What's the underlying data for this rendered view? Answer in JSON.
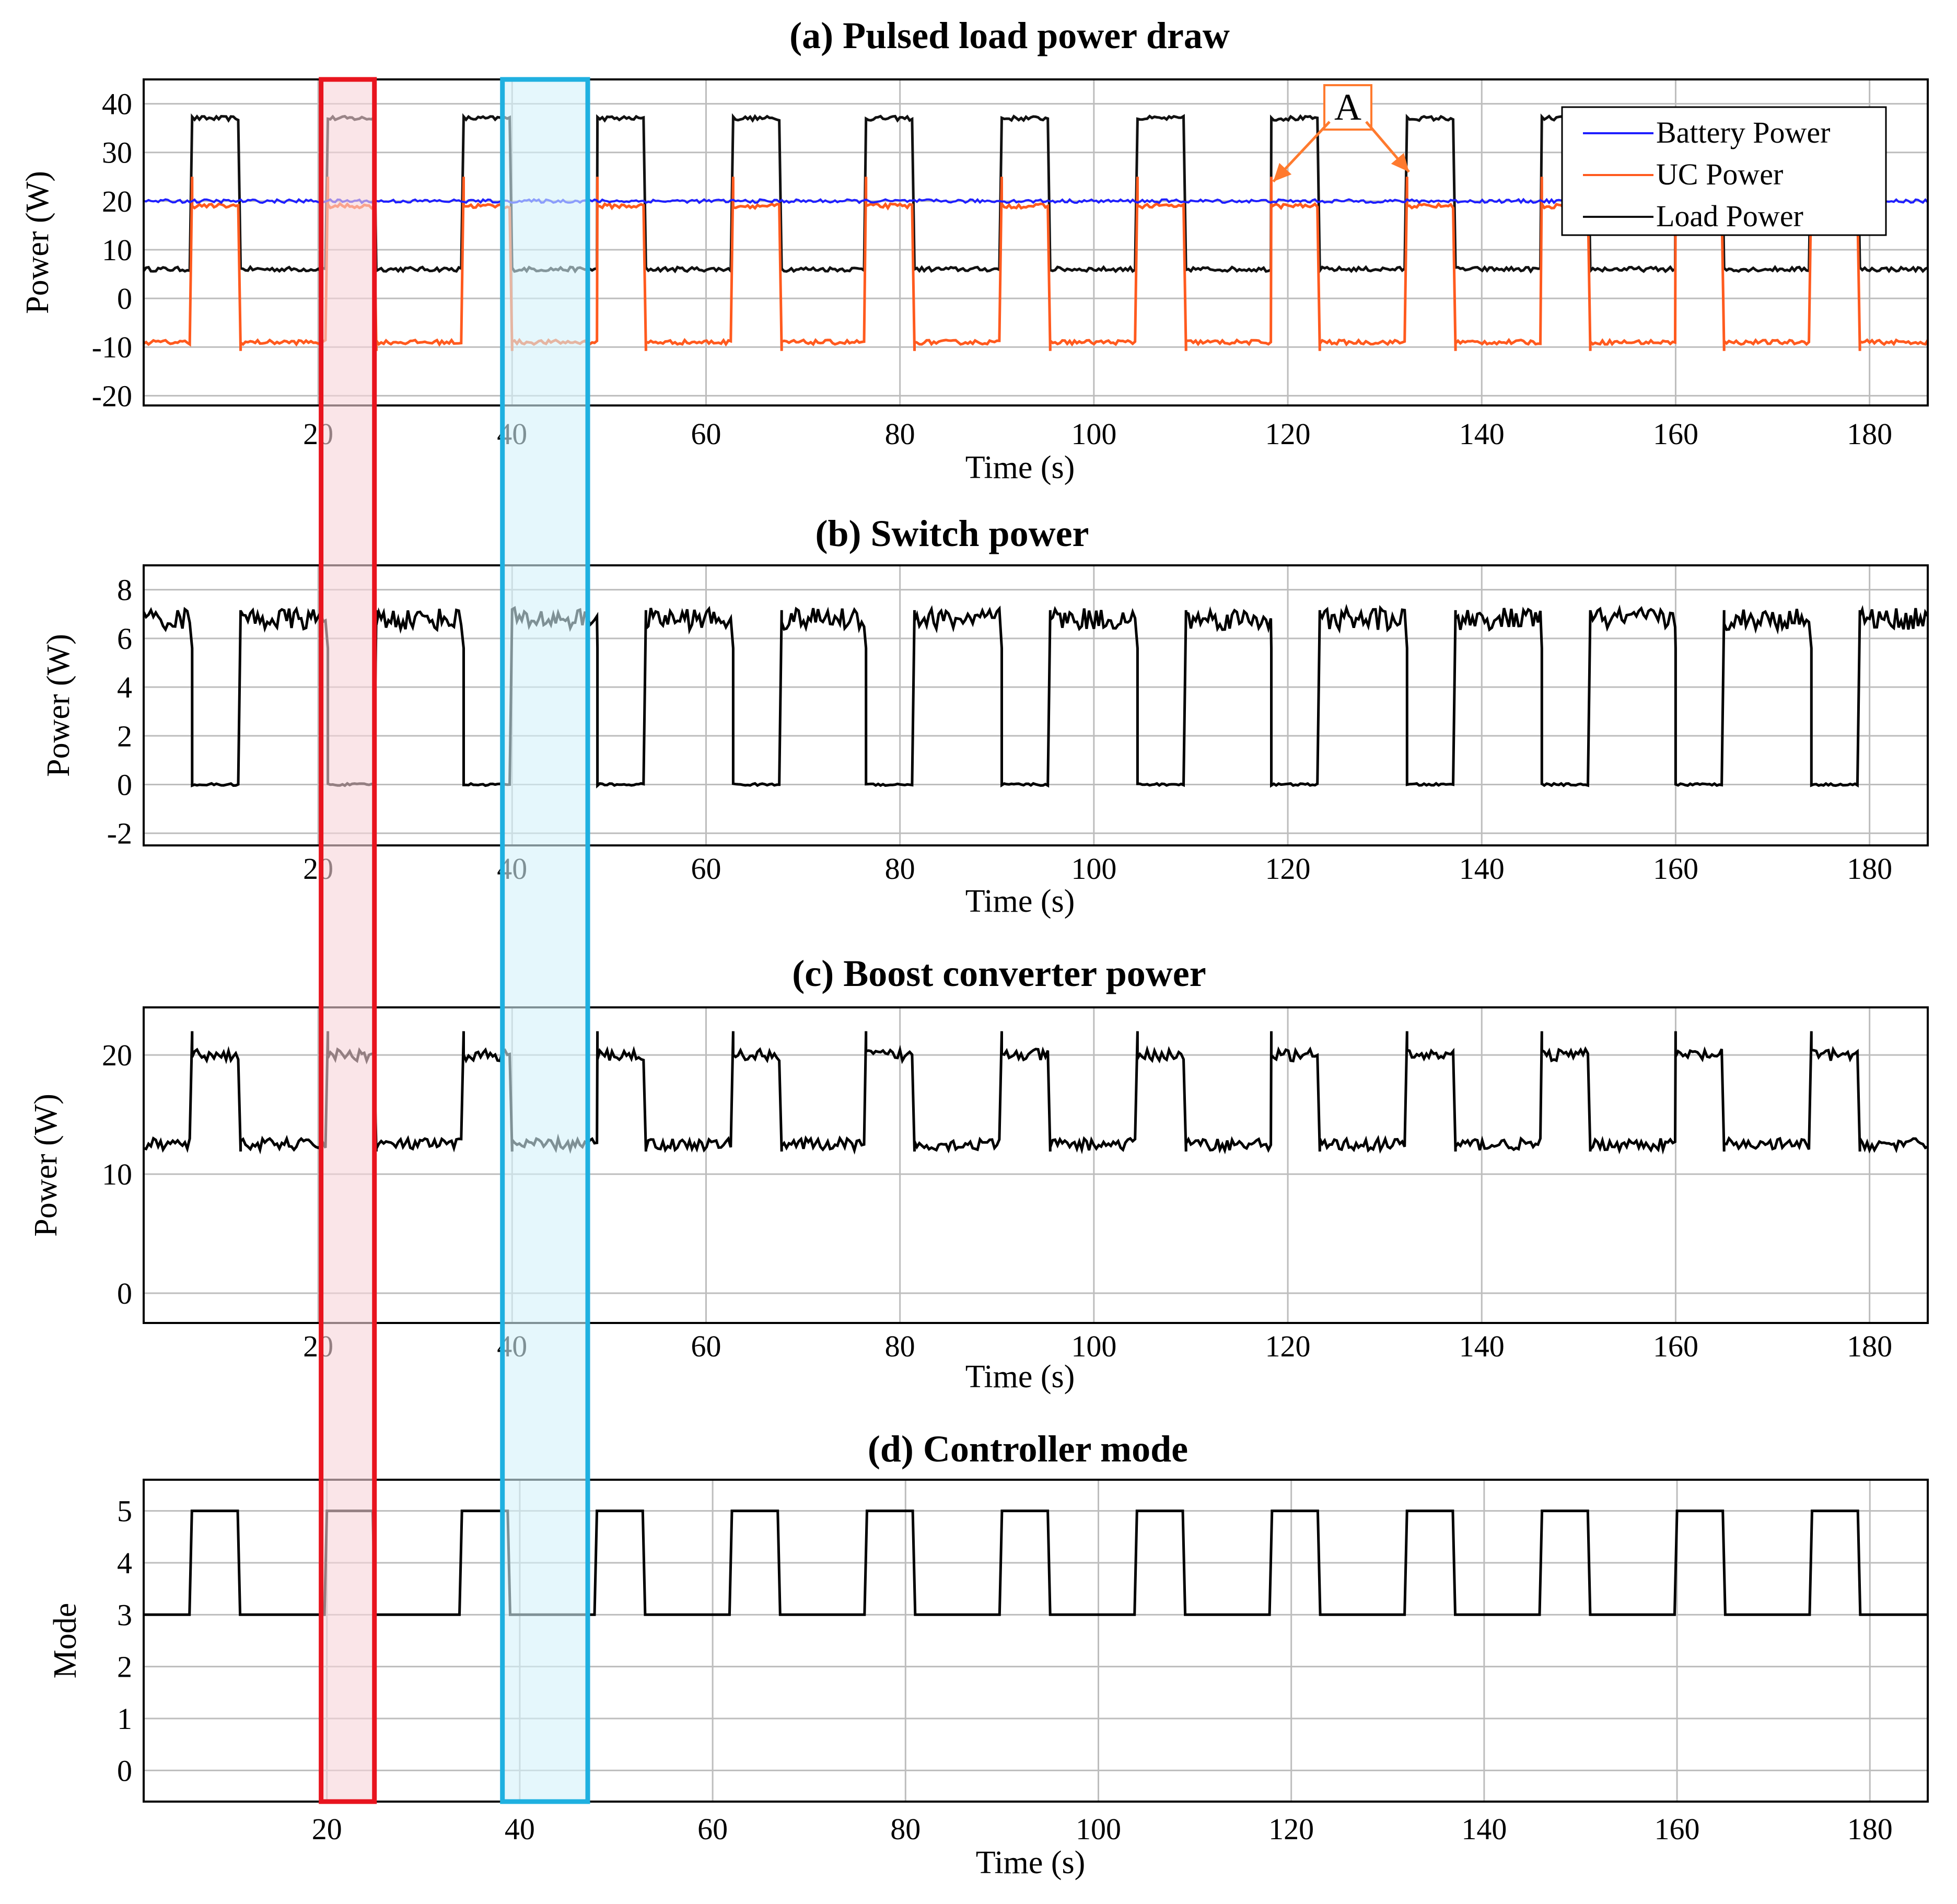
{
  "colors": {
    "battery": "#1f1fff",
    "uc": "#ff5a1e",
    "load": "#111111",
    "trace": "#000000",
    "grid": "#bdbdbd",
    "red_highlight": "#e8141e",
    "red_fill": "#f7d3d8",
    "blue_highlight": "#1fb0e0",
    "blue_fill": "#d4f2fa",
    "annotation": "#ff7a2e"
  },
  "highlights": [
    {
      "name": "red",
      "x_start": 20.3,
      "x_end": 25.8
    },
    {
      "name": "blue",
      "x_start": 39.0,
      "x_end": 47.8
    }
  ],
  "chart_data": [
    {
      "type": "line",
      "panel": "a",
      "title": "(a)  Pulsed load power draw",
      "xlabel": "Time (s)",
      "ylabel": "Power (W)",
      "xlim": [
        2,
        186
      ],
      "ylim": [
        -22,
        45
      ],
      "x_ticks": [
        20,
        40,
        60,
        80,
        100,
        120,
        140,
        160,
        180
      ],
      "y_ticks": [
        40,
        30,
        20,
        10,
        0,
        -10,
        -20
      ],
      "grid": true,
      "legend": {
        "placement": "top-right",
        "entries": [
          "Battery Power",
          "UC Power",
          "Load Power"
        ]
      },
      "annotation": {
        "label": "A",
        "points": [
          {
            "x": 118.5,
            "y": 24
          },
          {
            "x": 132.5,
            "y": 26
          }
        ]
      },
      "pulse_starts": [
        7,
        21,
        35,
        48.8,
        62.8,
        76.5,
        90.5,
        104.5,
        118.3,
        132.3,
        146.2,
        160,
        174
      ],
      "pulse_width": 5,
      "series": [
        {
          "name": "Battery Power",
          "low": 20,
          "high": 20
        },
        {
          "name": "UC Power",
          "low": -9,
          "high": 19
        },
        {
          "name": "Load Power",
          "low": 6,
          "high": 37
        }
      ]
    },
    {
      "type": "line",
      "panel": "b",
      "title": "(b)  Switch power",
      "xlabel": "Time (s)",
      "ylabel": "Power (W)",
      "xlim": [
        2,
        186
      ],
      "ylim": [
        -2.5,
        9
      ],
      "x_ticks": [
        20,
        40,
        60,
        80,
        100,
        120,
        140,
        160,
        180
      ],
      "y_ticks": [
        8,
        6,
        4,
        2,
        0,
        -2
      ],
      "grid": true,
      "pulse_starts": [
        7,
        21,
        35,
        48.8,
        62.8,
        76.5,
        90.5,
        104.5,
        118.3,
        132.3,
        146.2,
        160,
        174
      ],
      "pulse_width": 5,
      "series": [
        {
          "low": 6.8,
          "high": 0
        }
      ]
    },
    {
      "type": "line",
      "panel": "c",
      "title": "(c)  Boost converter power",
      "xlabel": "Time (s)",
      "ylabel": "Power (W)",
      "xlim": [
        2,
        186
      ],
      "ylim": [
        -2.5,
        24
      ],
      "x_ticks": [
        20,
        40,
        60,
        80,
        100,
        120,
        140,
        160,
        180
      ],
      "y_ticks": [
        20,
        10,
        0
      ],
      "grid": true,
      "pulse_starts": [
        7,
        21,
        35,
        48.8,
        62.8,
        76.5,
        90.5,
        104.5,
        118.3,
        132.3,
        146.2,
        160,
        174
      ],
      "pulse_width": 5,
      "series": [
        {
          "low": 12.5,
          "high": 20
        }
      ]
    },
    {
      "type": "line",
      "panel": "d",
      "title": "(d)  Controller mode",
      "xlabel": "Time (s)",
      "ylabel": "Mode",
      "xlim": [
        1,
        186
      ],
      "ylim": [
        -0.6,
        5.6
      ],
      "x_ticks": [
        20,
        40,
        60,
        80,
        100,
        120,
        140,
        160,
        180
      ],
      "y_ticks": [
        5,
        4,
        3,
        2,
        1,
        0
      ],
      "grid": true,
      "pulse_starts": [
        6,
        20,
        34,
        48,
        62,
        76,
        90,
        104,
        118,
        132,
        146,
        160,
        174
      ],
      "pulse_width": 5,
      "series": [
        {
          "low": 3,
          "high": 5
        }
      ]
    }
  ]
}
